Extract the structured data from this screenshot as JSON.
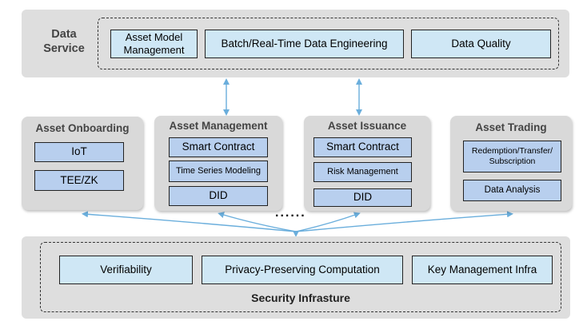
{
  "data_service": {
    "title_line1": "Data",
    "title_line2": "Service",
    "items": [
      "Asset Model Management",
      "Batch/Real-Time Data Engineering",
      "Data Quality"
    ]
  },
  "columns": [
    {
      "title": "Asset Onboarding",
      "items": [
        "IoT",
        "TEE/ZK"
      ]
    },
    {
      "title": "Asset Management",
      "items": [
        "Smart Contract",
        "Time Series Modeling",
        "DID"
      ]
    },
    {
      "title": "Asset Issuance",
      "items": [
        "Smart Contract",
        "Risk Management",
        "DID"
      ]
    },
    {
      "title": "Asset Trading",
      "items": [
        "Redemption/Transfer/ Subscription",
        "Data Analysis"
      ]
    }
  ],
  "ellipsis": "......",
  "security": {
    "title": "Security Infrasture",
    "items": [
      "Verifiability",
      "Privacy-Preserving Computation",
      "Key Management Infra"
    ]
  },
  "colors": {
    "panel": "#dedede",
    "light_box": "#cfe7f5",
    "blue_box": "#b8cfee",
    "connector": "#6aaedc"
  }
}
